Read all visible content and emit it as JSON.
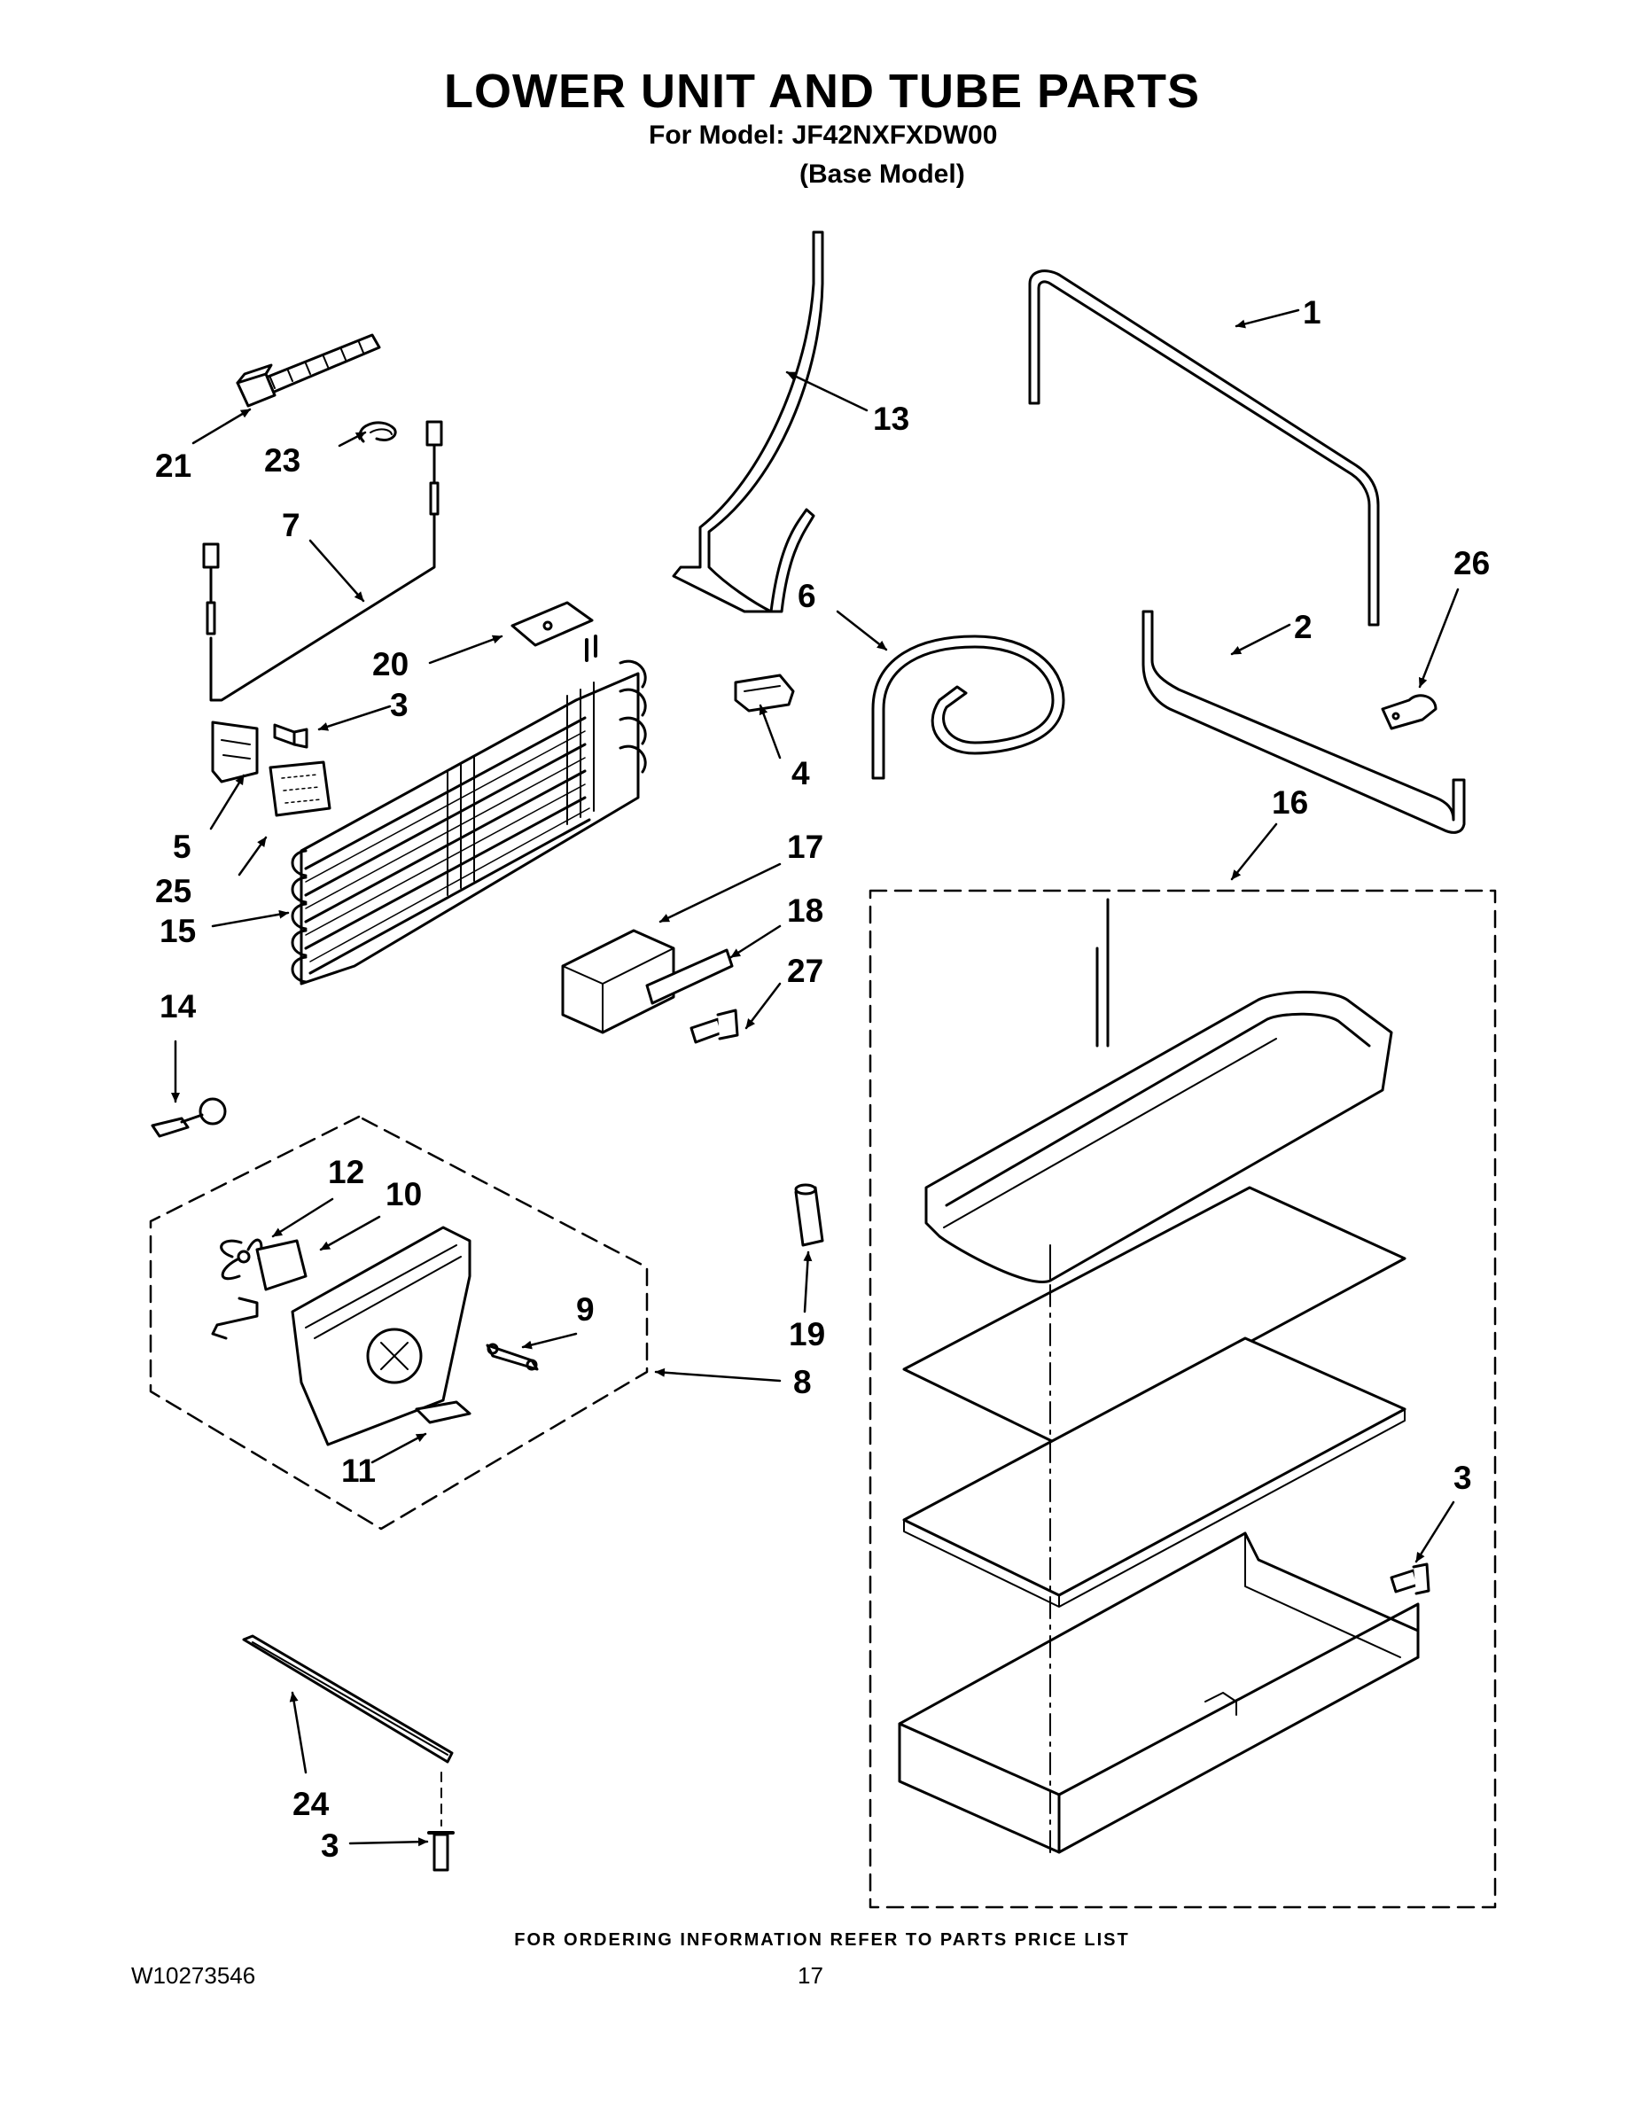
{
  "header": {
    "title": "LOWER UNIT AND TUBE PARTS",
    "model_line": "For Model: JF42NXFXDW00",
    "base_model": "(Base Model)"
  },
  "callouts": [
    "1",
    "2",
    "3",
    "4",
    "5",
    "6",
    "7",
    "8",
    "9",
    "10",
    "11",
    "12",
    "13",
    "14",
    "15",
    "16",
    "17",
    "18",
    "19",
    "20",
    "21",
    "23",
    "24",
    "25",
    "26",
    "27"
  ],
  "callout_3_repeats": [
    "3",
    "3",
    "3"
  ],
  "footer": {
    "ordering_note": "FOR ORDERING INFORMATION REFER TO PARTS PRICE LIST",
    "doc_number": "W10273546",
    "page_number": "17"
  }
}
